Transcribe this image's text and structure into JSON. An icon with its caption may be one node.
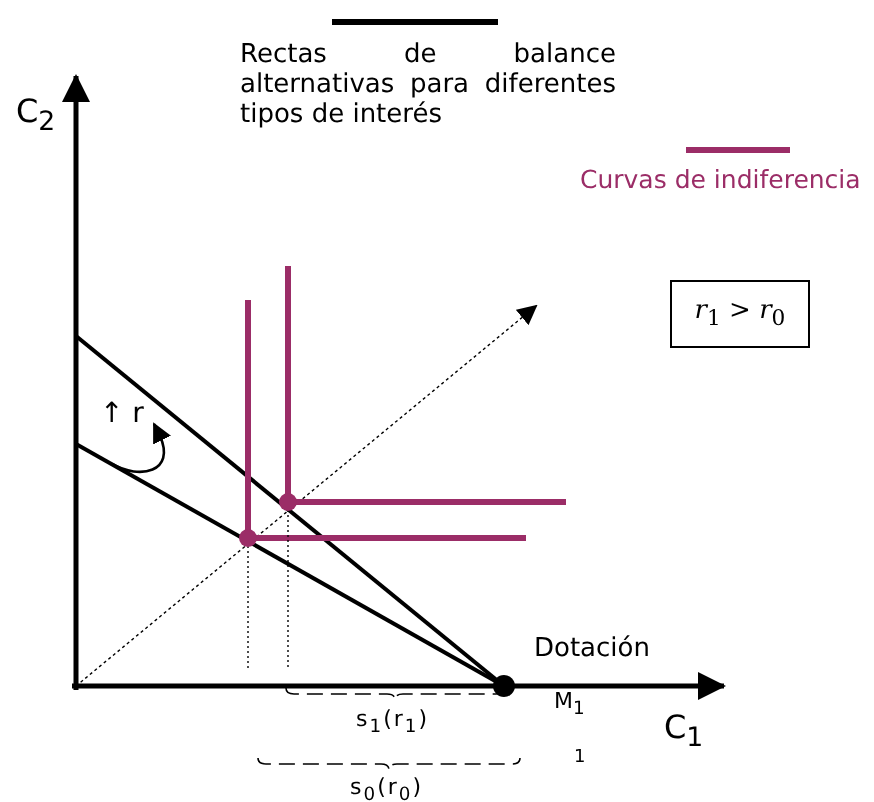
{
  "diagram": {
    "nodes": [
      {
        "text": [
          "*r*$_{1}$ > *r*$_{0}$"
        ]
      }
    ],
    "labels": [
      "C$_{2}$",
      "↑ r",
      "Dotación",
      "M$_{1}$",
      "C$_{1}$",
      "s$_{1}$(r$_{1}$)",
      "1",
      "s$_{0}$(r$_{0}$)"
    ],
    "legend": [
      {
        "text": "Rectas de balance alternativas para diferentes tipos de interés"
      },
      {
        "text": "Curvas de indiferencia"
      }
    ]
  }
}
